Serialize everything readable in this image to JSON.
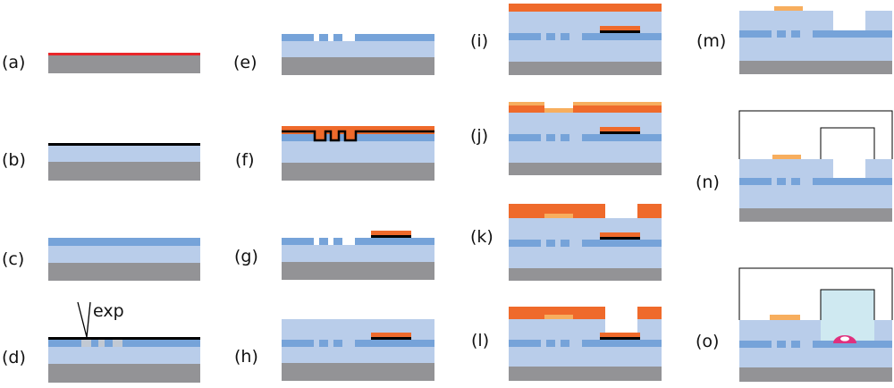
{
  "steps": [
    {
      "label": "(a)"
    },
    {
      "label": "(b)"
    },
    {
      "label": "(c)"
    },
    {
      "label": "(d)"
    },
    {
      "label": "(e)"
    },
    {
      "label": "(f)"
    },
    {
      "label": "(g)"
    },
    {
      "label": "(h)"
    },
    {
      "label": "(i)"
    },
    {
      "label": "(j)"
    },
    {
      "label": "(k)"
    },
    {
      "label": "(l)"
    },
    {
      "label": "(m)"
    },
    {
      "label": "(n)"
    },
    {
      "label": "(o)"
    }
  ],
  "annotations": {
    "exposure": "exp"
  },
  "colors": {
    "substrate": "#939396",
    "cladding": "#b9cdea",
    "waveguide": "#76a3d9",
    "resist": "#ef6a2b",
    "metal": "#f7ae5e",
    "red_film": "#e8262a",
    "outline": "#000000",
    "fluid": "#cfe9f1",
    "cell": "#e0307e"
  }
}
